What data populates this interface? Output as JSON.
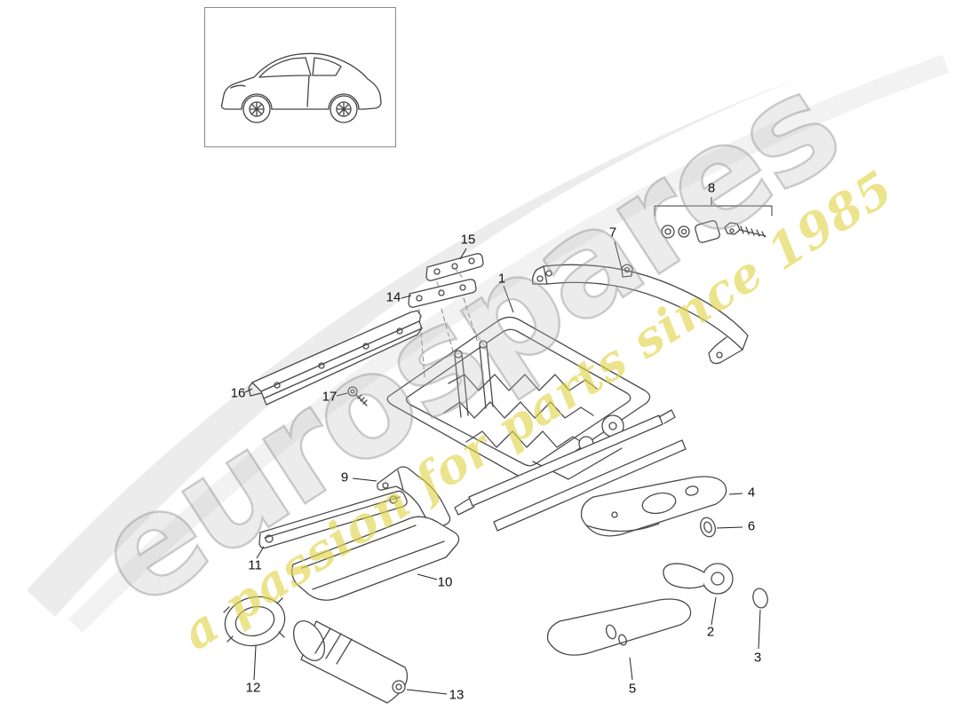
{
  "watermark": {
    "brand": "eurospares",
    "tagline": "a passion for parts since 1985",
    "brand_color": "#b9b9b9",
    "tagline_color": "#e0d44e"
  },
  "diagram": {
    "callouts": [
      "1",
      "2",
      "3",
      "4",
      "5",
      "6",
      "7",
      "8",
      "9",
      "10",
      "11",
      "12",
      "13",
      "14",
      "15",
      "16",
      "17"
    ]
  }
}
